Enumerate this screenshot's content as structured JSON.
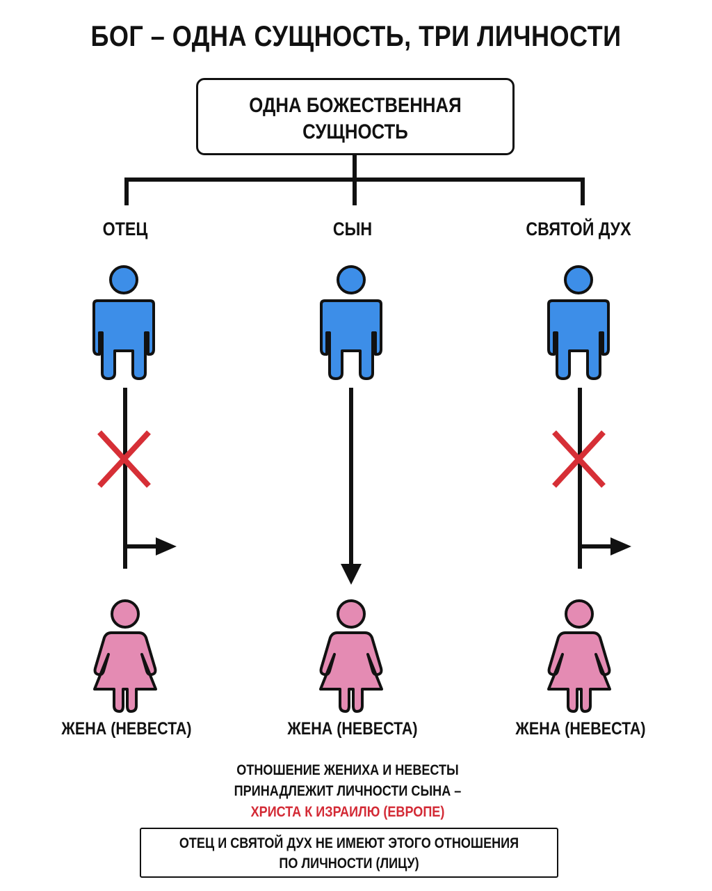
{
  "title": "БОГ – ОДНА СУЩНОСТЬ, ТРИ ЛИЧНОСТИ",
  "essence": {
    "line1": "ОДНА БОЖЕСТВЕННАЯ",
    "line2": "СУЩНОСТЬ"
  },
  "persons": [
    {
      "label": "ОТЕЦ",
      "relation": "crossed-out",
      "bride_label": "ЖЕНА (НЕВЕСТА)"
    },
    {
      "label": "СЫН",
      "relation": "direct",
      "bride_label": "ЖЕНА (НЕВЕСТА)"
    },
    {
      "label": "СВЯТОЙ ДУХ",
      "relation": "crossed-out",
      "bride_label": "ЖЕНА (НЕВЕСТА)"
    }
  ],
  "note": {
    "line1": "ОТНОШЕНИЕ ЖЕНИХА И НЕВЕСТЫ",
    "line2": "ПРИНАДЛЕЖИТ ЛИЧНОСТИ СЫНА –",
    "line3": "ХРИСТА К ИЗРАИЛЮ (ЕВРОПЕ)"
  },
  "conclusion": {
    "line1": "ОТЕЦ И СВЯТОЙ ДУХ НЕ ИМЕЮТ ЭТОГО ОТНОШЕНИЯ",
    "line2": "ПО ЛИЧНОСТИ (ЛИЦУ)"
  },
  "colors": {
    "male_fill": "#3d8ee8",
    "female_fill": "#e48bb3",
    "cross": "#d62f36",
    "accent_text": "#d32a35",
    "stroke": "#111111"
  },
  "icons": {
    "male": "male-person-icon",
    "female": "female-person-icon",
    "cross": "cross-mark-icon"
  }
}
